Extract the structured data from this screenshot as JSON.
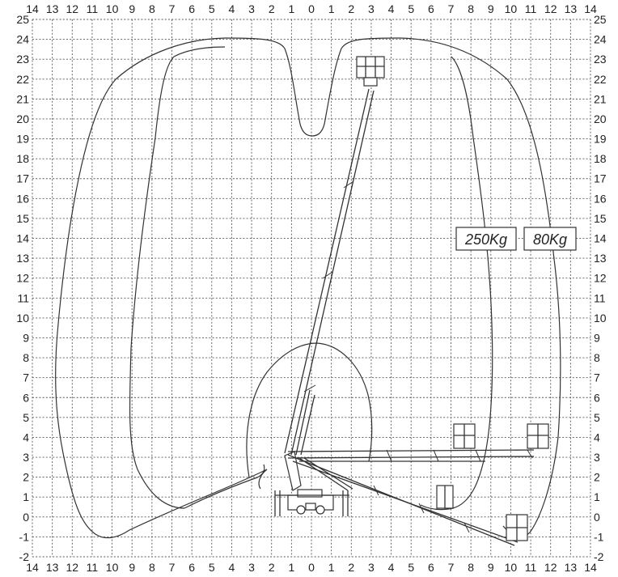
{
  "chart_data": {
    "type": "diagram",
    "x_axis": {
      "ticks": [
        14,
        13,
        12,
        11,
        10,
        9,
        8,
        7,
        6,
        5,
        4,
        3,
        2,
        1,
        0,
        1,
        2,
        3,
        4,
        5,
        6,
        7,
        8,
        9,
        10,
        11,
        12,
        13,
        14
      ],
      "range": [
        -14,
        14
      ]
    },
    "y_axis": {
      "ticks": [
        25,
        24,
        23,
        22,
        21,
        20,
        19,
        18,
        17,
        16,
        15,
        14,
        13,
        12,
        11,
        10,
        9,
        8,
        7,
        6,
        5,
        4,
        3,
        2,
        1,
        0,
        -1,
        -2
      ],
      "range": [
        -2,
        25
      ]
    },
    "grid": true,
    "load_labels": [
      {
        "text": "250Kg"
      },
      {
        "text": "80Kg"
      }
    ]
  },
  "colors": {
    "line": "#333333",
    "grid": "#555555",
    "background": "#ffffff"
  }
}
